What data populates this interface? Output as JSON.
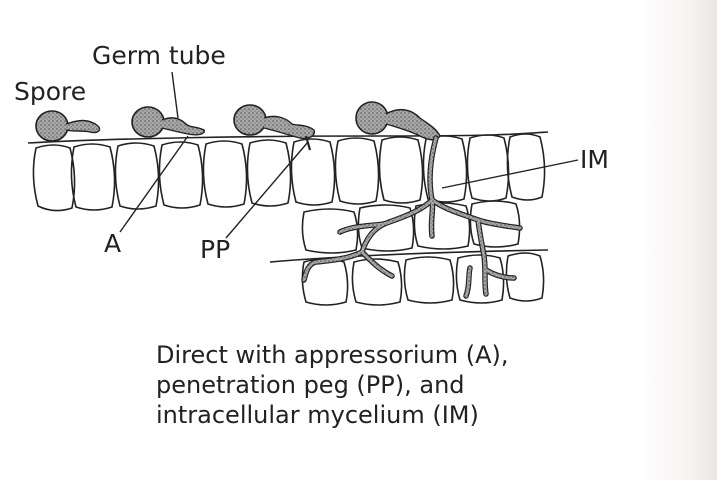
{
  "labels": {
    "spore": "Spore",
    "germ_tube": "Germ tube",
    "appressorium": "A",
    "penetration_peg": "PP",
    "intracellular_mycelium": "IM"
  },
  "caption": {
    "line1": "Direct with appressorium (A),",
    "line2": "penetration peg (PP), and",
    "line3": "intracellular mycelium (IM)"
  },
  "colors": {
    "ink": "#222222",
    "spore_fill": "#8f8f8f",
    "page": "#ffffff"
  }
}
